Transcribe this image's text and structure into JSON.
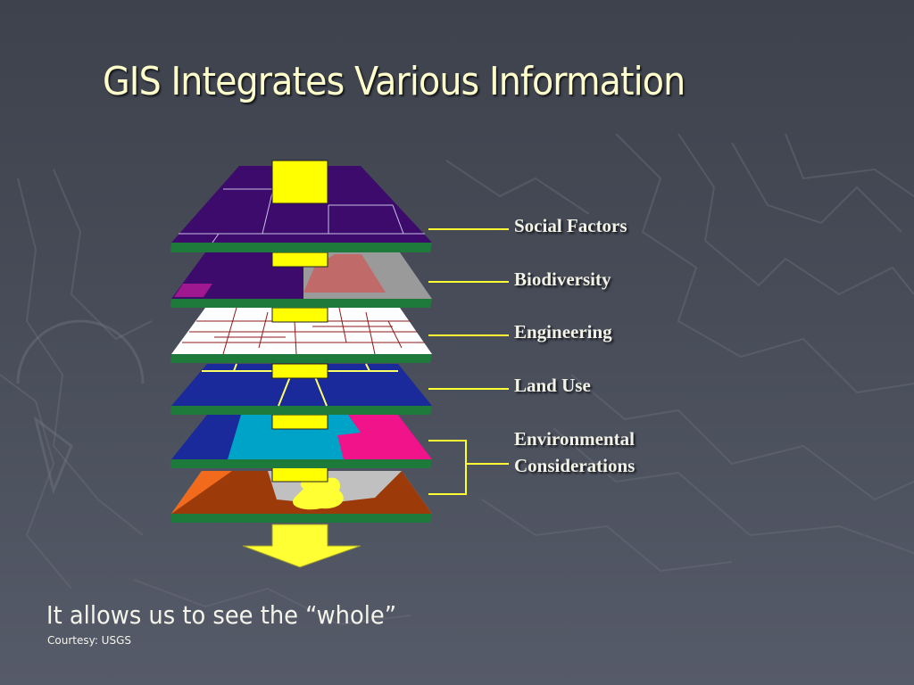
{
  "slide": {
    "title": "GIS Integrates Various Information",
    "tagline": "It allows us to see the “whole”",
    "credit": "Courtesy: USGS"
  },
  "layers": [
    {
      "label": "Social Factors"
    },
    {
      "label": "Biodiversity"
    },
    {
      "label": "Engineering"
    },
    {
      "label": "Land Use"
    },
    {
      "label": "Environmental"
    },
    {
      "label": "Considerations"
    }
  ],
  "colors": {
    "title": "#ffffcc",
    "connector": "#ffff00",
    "layer_base": "#1e7a3a",
    "social": "#3d0b6b",
    "biodiversity": "#3d0b6b",
    "engineering_grid": "#8b1a1a",
    "land_use": "#1a2a9a",
    "environmental": "#c84a0a",
    "arrow": "#ffff33"
  }
}
